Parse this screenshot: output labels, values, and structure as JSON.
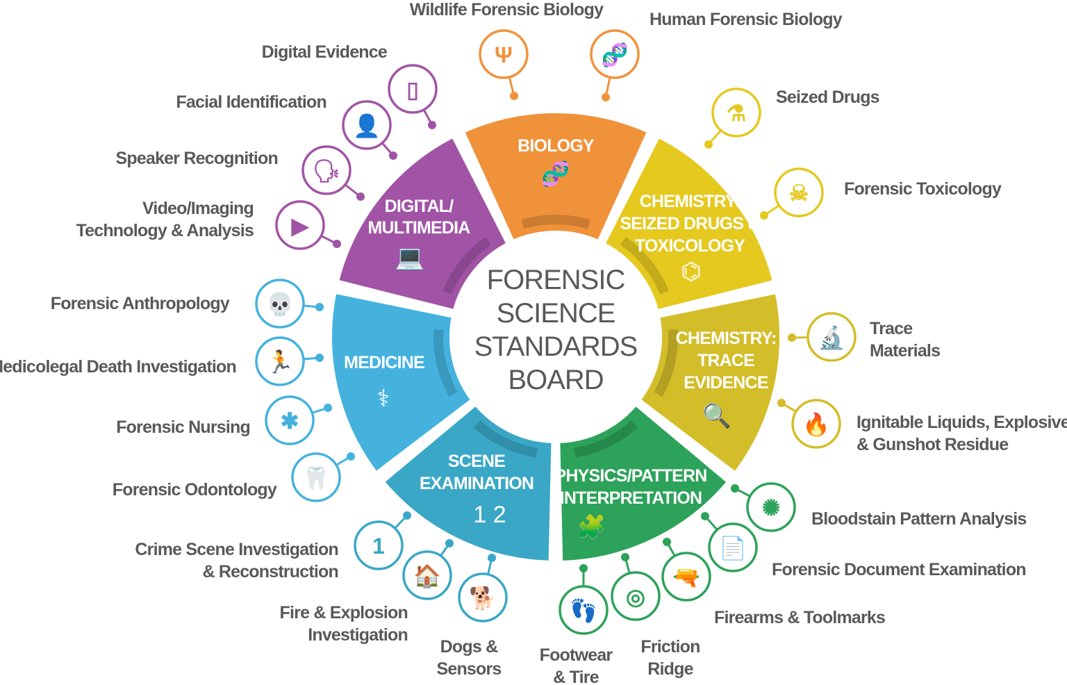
{
  "center": {
    "lines": [
      "FORENSIC",
      "SCIENCE",
      "STANDARDS",
      "BOARD"
    ]
  },
  "segments": [
    {
      "id": "biology",
      "lines": [
        "BIOLOGY"
      ],
      "color": "#f0923a",
      "icon": "dna-icon",
      "glyph": "🧬"
    },
    {
      "id": "chemistry-seized-drugs",
      "lines": [
        "CHEMISTRY:",
        "SEIZED DRUGS &",
        "TOXICOLOGY"
      ],
      "color": "#e5c91f",
      "icon": "molecule-icon",
      "glyph": "⌬"
    },
    {
      "id": "chemistry-trace",
      "lines": [
        "CHEMISTRY:",
        "TRACE",
        "EVIDENCE"
      ],
      "color": "#d3bd29",
      "icon": "magnifier-icon",
      "glyph": "🔍"
    },
    {
      "id": "physics",
      "lines": [
        "PHYSICS/PATTERN",
        "INTERPRETATION"
      ],
      "color": "#2da25a",
      "icon": "puzzle-icon",
      "glyph": "🧩"
    },
    {
      "id": "scene",
      "lines": [
        "SCENE",
        "EXAMINATION"
      ],
      "color": "#3aa7c6",
      "icon": "evidence-markers-icon",
      "glyph": "1 2"
    },
    {
      "id": "medicine",
      "lines": [
        "MEDICINE"
      ],
      "color": "#45b2de",
      "icon": "caduceus-icon",
      "glyph": "⚕"
    },
    {
      "id": "digital",
      "lines": [
        "DIGITAL/",
        "MULTIMEDIA"
      ],
      "color": "#a154a6",
      "icon": "laptop-icon",
      "glyph": "💻"
    }
  ],
  "subcommittees": [
    {
      "lines": [
        "Wildlife Forensic Biology"
      ],
      "segment": "biology",
      "icon": "antlers-icon",
      "glyph": "Ψ"
    },
    {
      "lines": [
        "Human Forensic Biology"
      ],
      "segment": "biology",
      "icon": "head-dna-icon",
      "glyph": "🧬"
    },
    {
      "lines": [
        "Seized Drugs"
      ],
      "segment": "chemistry-seized-drugs",
      "icon": "flask-icon",
      "glyph": "⚗"
    },
    {
      "lines": [
        "Forensic Toxicology"
      ],
      "segment": "chemistry-seized-drugs",
      "icon": "skull-crossbones-icon",
      "glyph": "☠"
    },
    {
      "lines": [
        "Trace",
        "Materials"
      ],
      "segment": "chemistry-trace",
      "icon": "microscope-icon",
      "glyph": "🔬"
    },
    {
      "lines": [
        "Ignitable Liquids, Explosives,",
        "& Gunshot Residue"
      ],
      "segment": "chemistry-trace",
      "icon": "flame-icon",
      "glyph": "🔥"
    },
    {
      "lines": [
        "Bloodstain Pattern Analysis"
      ],
      "segment": "physics",
      "icon": "bloodstain-icon",
      "glyph": "✺"
    },
    {
      "lines": [
        "Forensic Document Examination"
      ],
      "segment": "physics",
      "icon": "document-icon",
      "glyph": "📄"
    },
    {
      "lines": [
        "Firearms & Toolmarks"
      ],
      "segment": "physics",
      "icon": "pistol-icon",
      "glyph": "🔫"
    },
    {
      "lines": [
        "Friction",
        "Ridge"
      ],
      "segment": "physics",
      "icon": "fingerprint-icon",
      "glyph": "◎"
    },
    {
      "lines": [
        "Footwear",
        "& Tire"
      ],
      "segment": "physics",
      "icon": "footprints-icon",
      "glyph": "👣"
    },
    {
      "lines": [
        "Dogs &",
        "Sensors"
      ],
      "segment": "scene",
      "icon": "dog-icon",
      "glyph": "🐕"
    },
    {
      "lines": [
        "Fire & Explosion",
        "Investigation"
      ],
      "segment": "scene",
      "icon": "house-fire-icon",
      "glyph": "🏠"
    },
    {
      "lines": [
        "Crime Scene Investigation",
        "& Reconstruction"
      ],
      "segment": "scene",
      "icon": "evidence-marker-icon",
      "glyph": "1"
    },
    {
      "lines": [
        "Forensic Odontology"
      ],
      "segment": "medicine",
      "icon": "tooth-icon",
      "glyph": "🦷"
    },
    {
      "lines": [
        "Forensic Nursing"
      ],
      "segment": "medicine",
      "icon": "star-of-life-icon",
      "glyph": "✱"
    },
    {
      "lines": [
        "Medicolegal Death Investigation"
      ],
      "segment": "medicine",
      "icon": "falling-person-icon",
      "glyph": "🏃"
    },
    {
      "lines": [
        "Forensic Anthropology"
      ],
      "segment": "medicine",
      "icon": "skull-icon",
      "glyph": "💀"
    },
    {
      "lines": [
        "Video/Imaging",
        "Technology & Analysis"
      ],
      "segment": "digital",
      "icon": "video-tablet-icon",
      "glyph": "▶"
    },
    {
      "lines": [
        "Speaker Recognition"
      ],
      "segment": "digital",
      "icon": "speaking-head-icon",
      "glyph": "🗣"
    },
    {
      "lines": [
        "Facial Identification"
      ],
      "segment": "digital",
      "icon": "head-profile-icon",
      "glyph": "👤"
    },
    {
      "lines": [
        "Digital Evidence"
      ],
      "segment": "digital",
      "icon": "tablet-icon",
      "glyph": "▯"
    }
  ]
}
